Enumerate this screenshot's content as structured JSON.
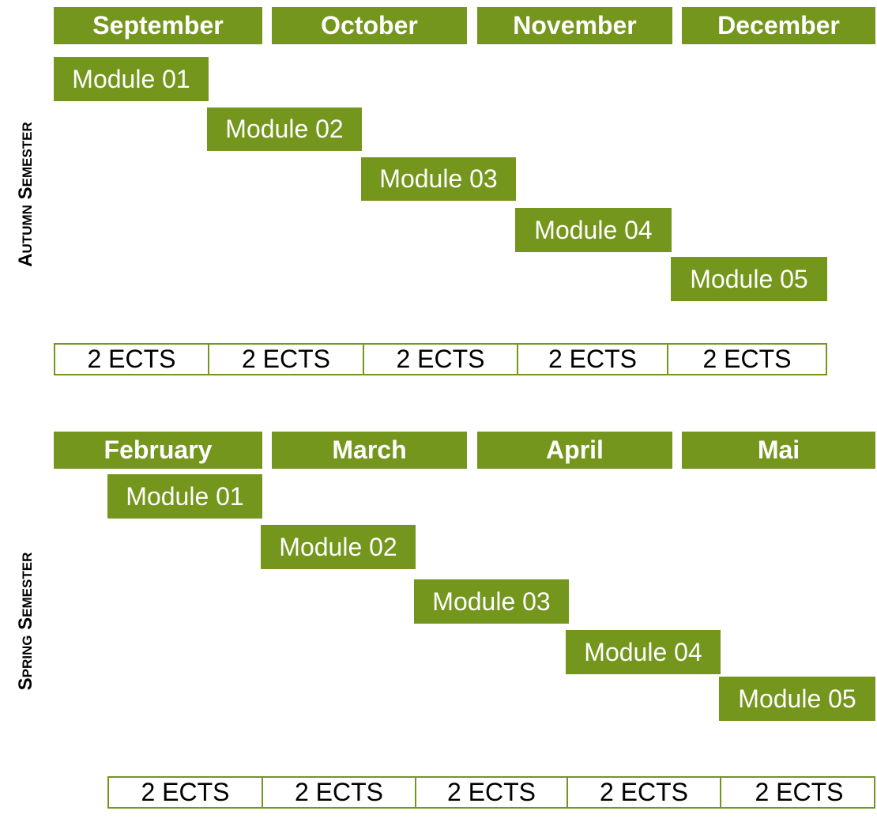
{
  "accent_color": "#74961c",
  "autumn": {
    "label": "Autumn Semester",
    "months": [
      "September",
      "October",
      "November",
      "December"
    ],
    "modules": [
      "Module 01",
      "Module 02",
      "Module 03",
      "Module 04",
      "Module 05"
    ],
    "ects": [
      "2 ECTS",
      "2 ECTS",
      "2 ECTS",
      "2 ECTS",
      "2 ECTS"
    ]
  },
  "spring": {
    "label": "Spring Semester",
    "months": [
      "February",
      "March",
      "April",
      "Mai"
    ],
    "modules": [
      "Module 01",
      "Module 02",
      "Module 03",
      "Module 04",
      "Module 05"
    ],
    "ects": [
      "2 ECTS",
      "2 ECTS",
      "2 ECTS",
      "2 ECTS",
      "2 ECTS"
    ]
  }
}
